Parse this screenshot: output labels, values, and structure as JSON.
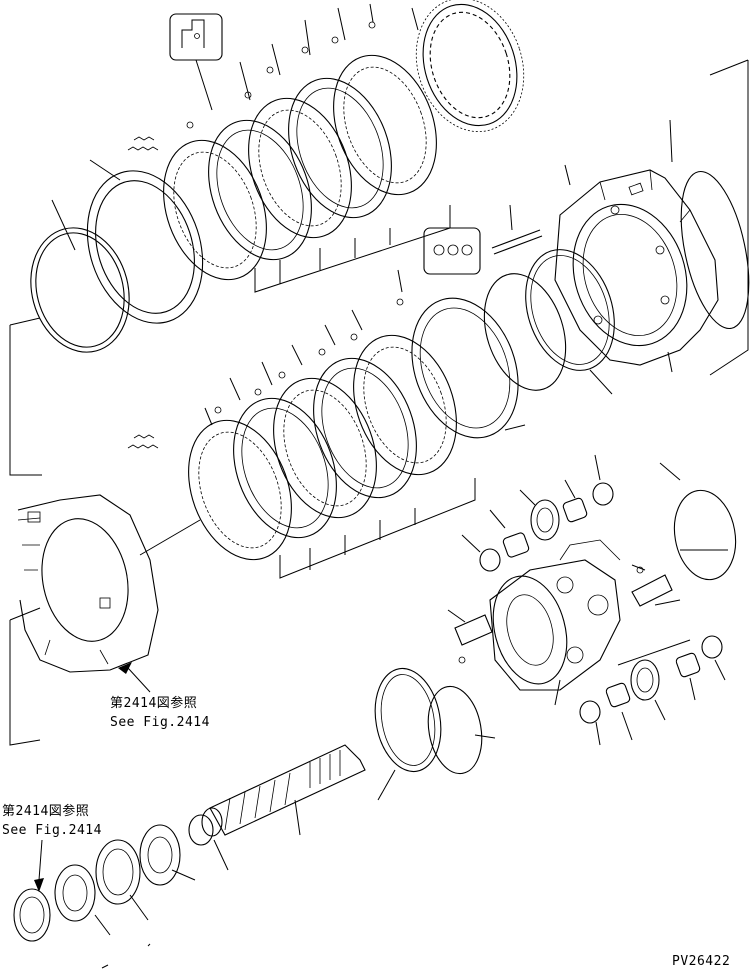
{
  "figure": {
    "code": "PV26422",
    "callouts": [
      {
        "jp": "第2414図参照",
        "en": "See Fig.2414"
      },
      {
        "jp": "第2414図参照",
        "en": "See Fig.2414"
      }
    ]
  }
}
